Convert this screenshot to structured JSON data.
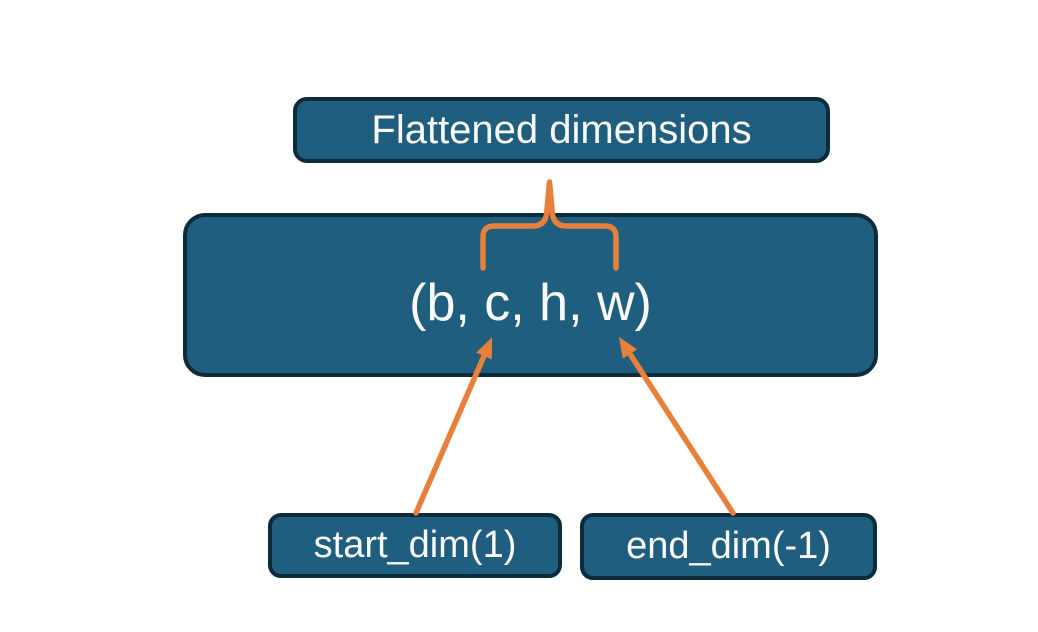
{
  "nodes": {
    "flattened": {
      "label": "Flattened dimensions"
    },
    "tensor": {
      "label": "(b, c, h, w)"
    },
    "start_dim": {
      "label": "start_dim(1)"
    },
    "end_dim": {
      "label": "end_dim(-1)"
    }
  },
  "colors": {
    "box_fill": "#1F5E7E",
    "box_border": "#0C2C3C",
    "accent_orange": "#E8803C",
    "label_text": "#FAFAFA",
    "background": "#FFFFFF"
  }
}
